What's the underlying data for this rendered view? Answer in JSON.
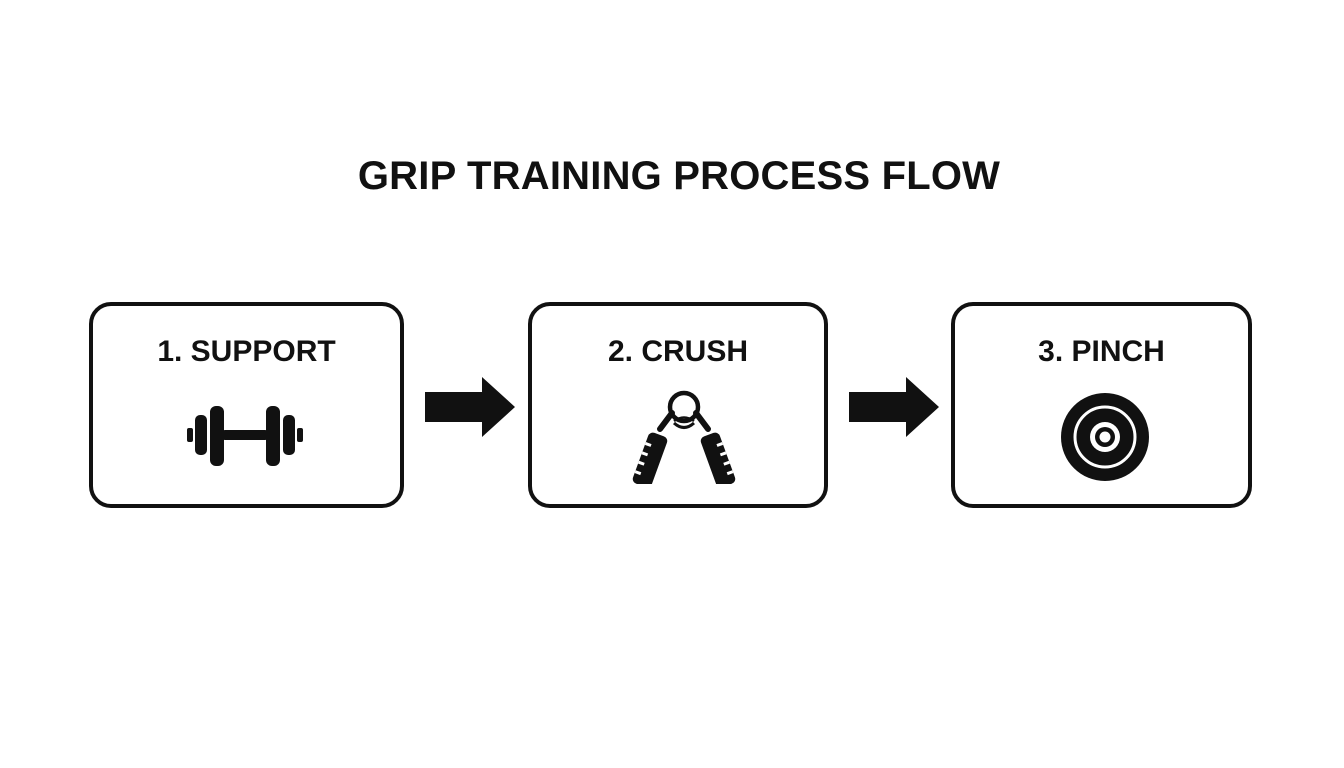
{
  "title": "GRIP TRAINING PROCESS FLOW",
  "steps": [
    {
      "label": "1. SUPPORT",
      "icon": "dumbbell-icon"
    },
    {
      "label": "2. CRUSH",
      "icon": "hand-gripper-icon"
    },
    {
      "label": "3. PINCH",
      "icon": "weight-plate-icon"
    }
  ],
  "connectors": [
    {
      "from": "1. SUPPORT",
      "to": "2. CRUSH",
      "icon": "right-arrow-icon"
    },
    {
      "from": "2. CRUSH",
      "to": "3. PINCH",
      "icon": "right-arrow-icon"
    }
  ],
  "colors": {
    "stroke": "#111111",
    "background": "#ffffff"
  }
}
